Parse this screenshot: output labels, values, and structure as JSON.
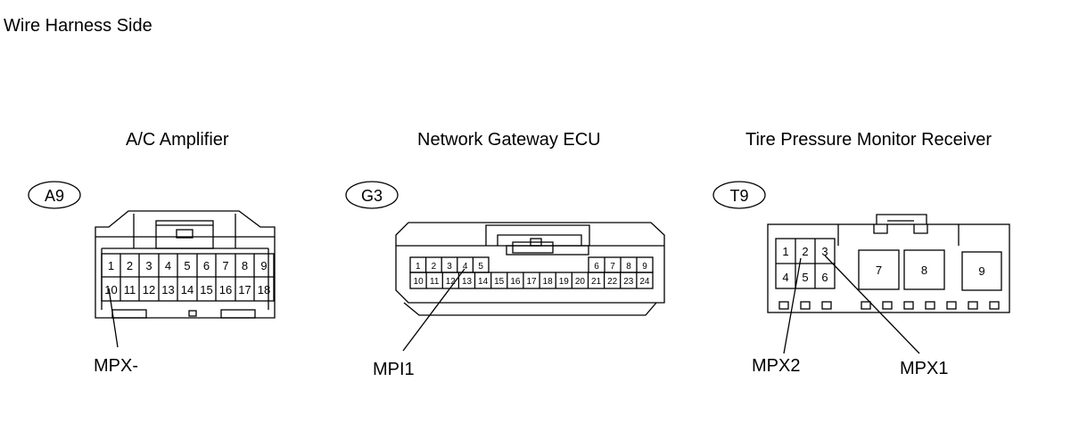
{
  "page_title": "Wire Harness Side",
  "connectors": [
    {
      "component": "A/C Amplifier",
      "code": "A9",
      "pins_top": [
        "1",
        "2",
        "3",
        "4",
        "5",
        "6",
        "7",
        "8",
        "9"
      ],
      "pins_bottom": [
        "10",
        "11",
        "12",
        "13",
        "14",
        "15",
        "16",
        "17",
        "18"
      ],
      "signals": [
        {
          "label": "MPX-",
          "pin": "10"
        }
      ]
    },
    {
      "component": "Network Gateway ECU",
      "code": "G3",
      "pins_top": [
        "1",
        "2",
        "3",
        "4",
        "5",
        "6",
        "7",
        "8",
        "9"
      ],
      "pins_bottom": [
        "10",
        "11",
        "12",
        "13",
        "14",
        "15",
        "16",
        "17",
        "18",
        "19",
        "20",
        "21",
        "22",
        "23",
        "24"
      ],
      "signals": [
        {
          "label": "MPI1",
          "pin": "4"
        }
      ]
    },
    {
      "component": "Tire Pressure Monitor Receiver",
      "code": "T9",
      "pins_small": [
        "1",
        "2",
        "3",
        "4",
        "5",
        "6"
      ],
      "pins_large": [
        "7",
        "8",
        "9"
      ],
      "signals": [
        {
          "label": "MPX2",
          "pin": "2"
        },
        {
          "label": "MPX1",
          "pin": "3"
        }
      ]
    }
  ]
}
